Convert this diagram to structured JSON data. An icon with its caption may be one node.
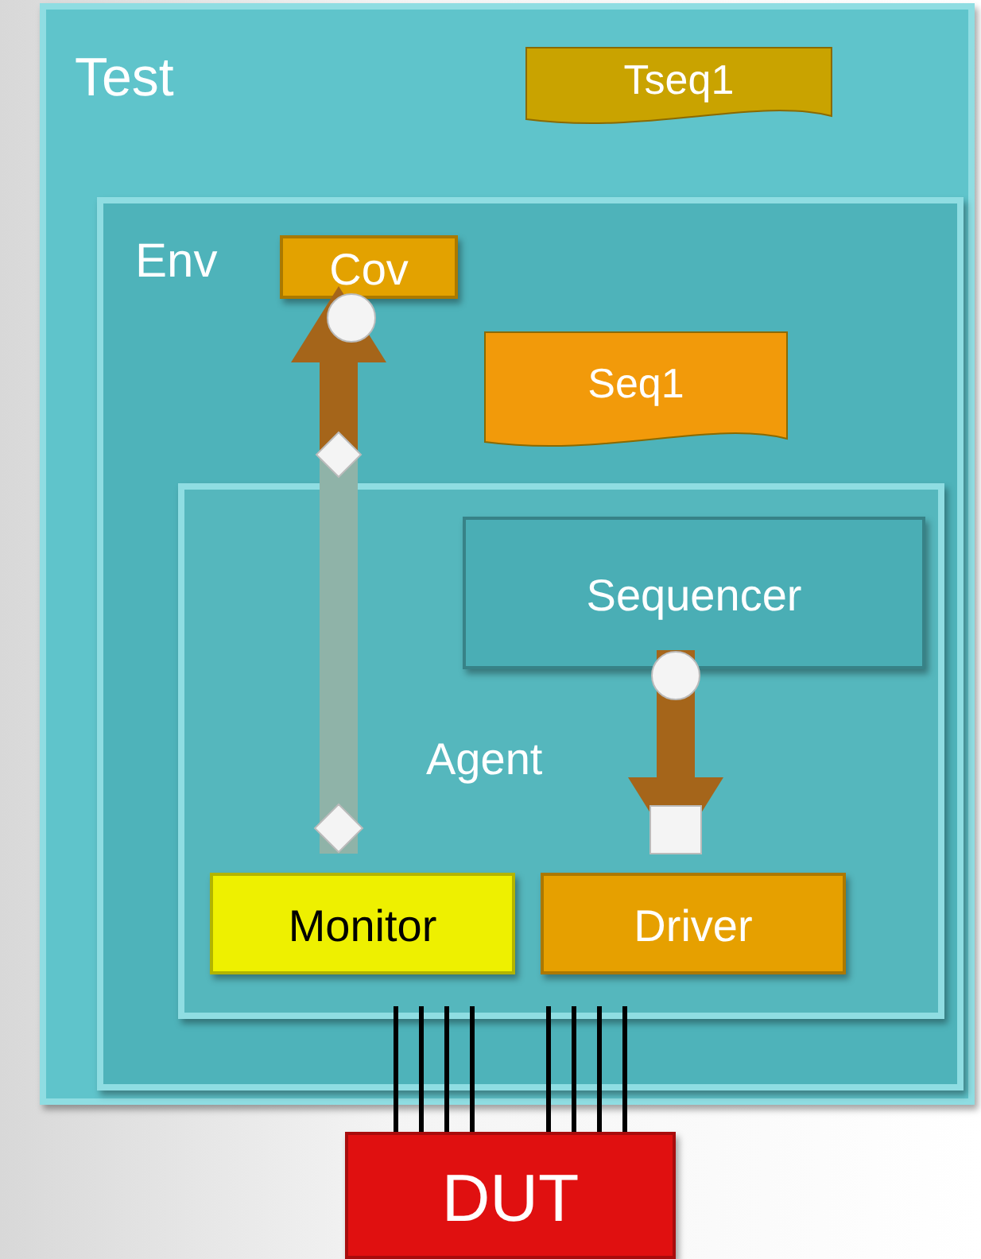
{
  "diagram": {
    "nodes": [
      {
        "text": [
          "Test"
        ]
      },
      {
        "text": [
          "Tseq1"
        ],
        "in": 0
      },
      {
        "text": [
          "Env"
        ],
        "in": 0
      },
      {
        "text": [
          "Cov"
        ],
        "in": 2
      },
      {
        "text": [
          "Seq1"
        ],
        "in": 2
      },
      {
        "text": [
          "Agent"
        ],
        "in": 2
      },
      {
        "text": [
          "Sequencer"
        ],
        "in": 5
      },
      {
        "text": [
          "Monitor"
        ],
        "in": 5
      },
      {
        "text": [
          "Driver"
        ],
        "in": 5
      },
      {
        "text": [
          "DUT"
        ]
      }
    ],
    "edges": [
      {
        "from": 7,
        "to": 3,
        "arrow": "to",
        "style": "thick",
        "color": "#a5651a"
      },
      {
        "from": 6,
        "to": 8,
        "arrow": "to",
        "style": "thick",
        "color": "#a5651a"
      },
      {
        "from": 5,
        "to": 9,
        "arrow": "none"
      },
      {
        "from": 5,
        "to": 9,
        "arrow": "none"
      },
      {
        "from": 5,
        "to": 9,
        "arrow": "none"
      },
      {
        "from": 5,
        "to": 9,
        "arrow": "none"
      },
      {
        "from": 5,
        "to": 9,
        "arrow": "none"
      },
      {
        "from": 5,
        "to": 9,
        "arrow": "none"
      },
      {
        "from": 5,
        "to": 9,
        "arrow": "none"
      },
      {
        "from": 5,
        "to": 9,
        "arrow": "none"
      }
    ]
  }
}
